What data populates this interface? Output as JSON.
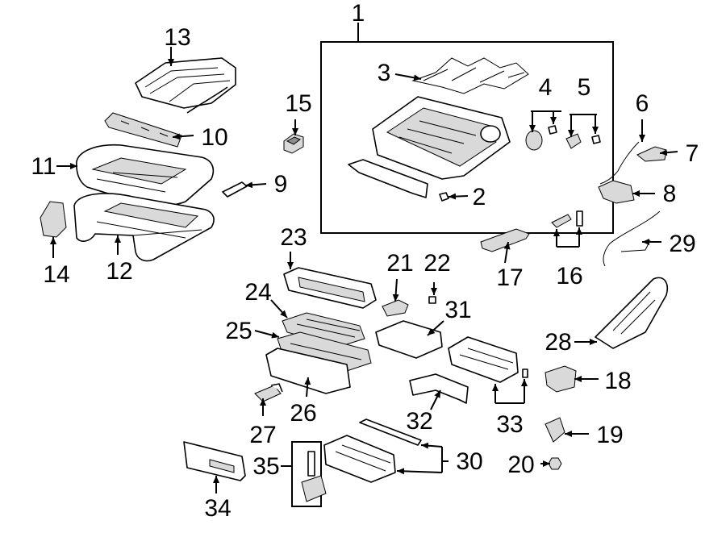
{
  "diagram": {
    "callouts": [
      "1",
      "2",
      "3",
      "4",
      "5",
      "6",
      "7",
      "8",
      "9",
      "10",
      "11",
      "12",
      "13",
      "14",
      "15",
      "16",
      "17",
      "18",
      "19",
      "20",
      "21",
      "22",
      "23",
      "24",
      "25",
      "26",
      "27",
      "28",
      "29",
      "30",
      "31",
      "32",
      "33",
      "34",
      "35"
    ],
    "colors": {
      "line": "#000000",
      "part_fill": "#ffffff",
      "shade": "#d9d9d9",
      "dark": "#8c8c8c"
    }
  }
}
